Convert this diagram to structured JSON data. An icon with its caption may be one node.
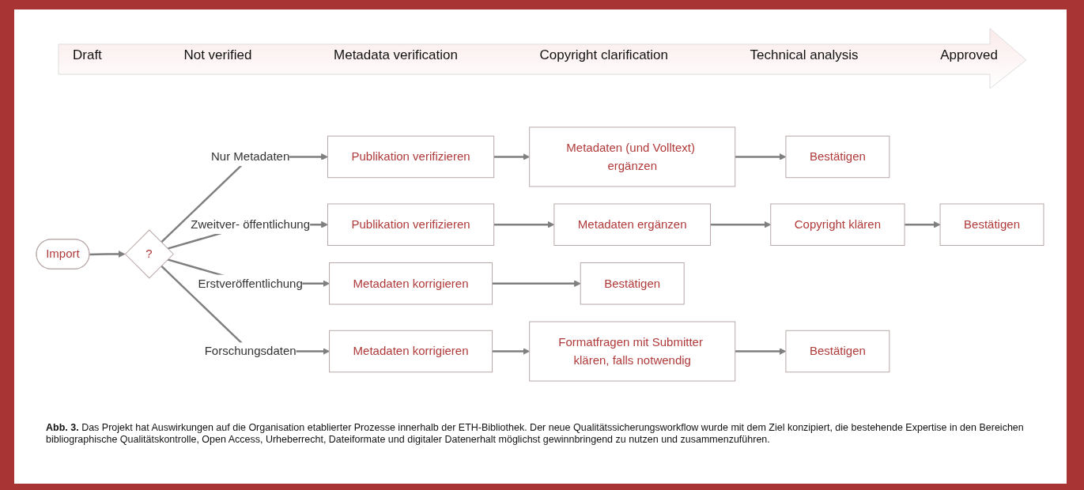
{
  "diagram": {
    "caption": "**Abb. 3.** Das Projekt hat Auswirkungen auf die Organisation etablierter Prozesse innerhalb der ETH-Bibliothek. Der neue Qualitätssicherungsworkflow wurde mit dem Ziel konzipiert, die bestehende Expertise in den Bereichen bibliographische Qualitätskontrolle, Open Access, Urheberrecht, Dateiformate und digitaler Datenerhalt möglichst gewinnbringend zu nutzen und zusammenzuführen.",
    "nodes": [
      {
        "text": [
          "Import"
        ]
      },
      {
        "text": [
          "?"
        ]
      },
      {
        "text": [
          "Publikation verifizieren"
        ]
      },
      {
        "text": [
          "Metadaten (und Volltext) ergänzen"
        ]
      },
      {
        "text": [
          "Bestätigen"
        ]
      },
      {
        "text": [
          "Publikation verifizieren"
        ]
      },
      {
        "text": [
          "Metadaten ergänzen"
        ]
      },
      {
        "text": [
          "Copyright klären"
        ]
      },
      {
        "text": [
          "Bestätigen"
        ]
      },
      {
        "text": [
          "Metadaten korrigieren"
        ]
      },
      {
        "text": [
          "Bestätigen"
        ]
      },
      {
        "text": [
          "Metadaten korrigieren"
        ]
      },
      {
        "text": [
          "Formatfragen mit Submitter klären, falls notwendig"
        ]
      },
      {
        "text": [
          "Bestätigen"
        ]
      }
    ],
    "edges": [
      {
        "from": 0,
        "to": 1,
        "arrow": "to"
      },
      {
        "from": 1,
        "to": 2,
        "arrow": "to",
        "label": "Nur Metadaten"
      },
      {
        "from": 1,
        "to": 5,
        "arrow": "to",
        "label": "Zweitver- öffentlichung"
      },
      {
        "from": 1,
        "to": 9,
        "arrow": "to",
        "label": "Erstveröffentlichung"
      },
      {
        "from": 1,
        "to": 11,
        "arrow": "to",
        "label": "Forschungsdaten"
      },
      {
        "from": 2,
        "to": 3,
        "arrow": "to"
      },
      {
        "from": 3,
        "to": 4,
        "arrow": "to"
      },
      {
        "from": 5,
        "to": 6,
        "arrow": "to"
      },
      {
        "from": 6,
        "to": 7,
        "arrow": "to"
      },
      {
        "from": 7,
        "to": 8,
        "arrow": "to"
      },
      {
        "from": 9,
        "to": 10,
        "arrow": "to"
      },
      {
        "from": 11,
        "to": 12,
        "arrow": "to"
      },
      {
        "from": 12,
        "to": 13,
        "arrow": "to"
      }
    ],
    "labels": [
      "Draft",
      "Not verified",
      "Metadata verification",
      "Copyright clarification",
      "Technical analysis",
      "Approved"
    ]
  }
}
